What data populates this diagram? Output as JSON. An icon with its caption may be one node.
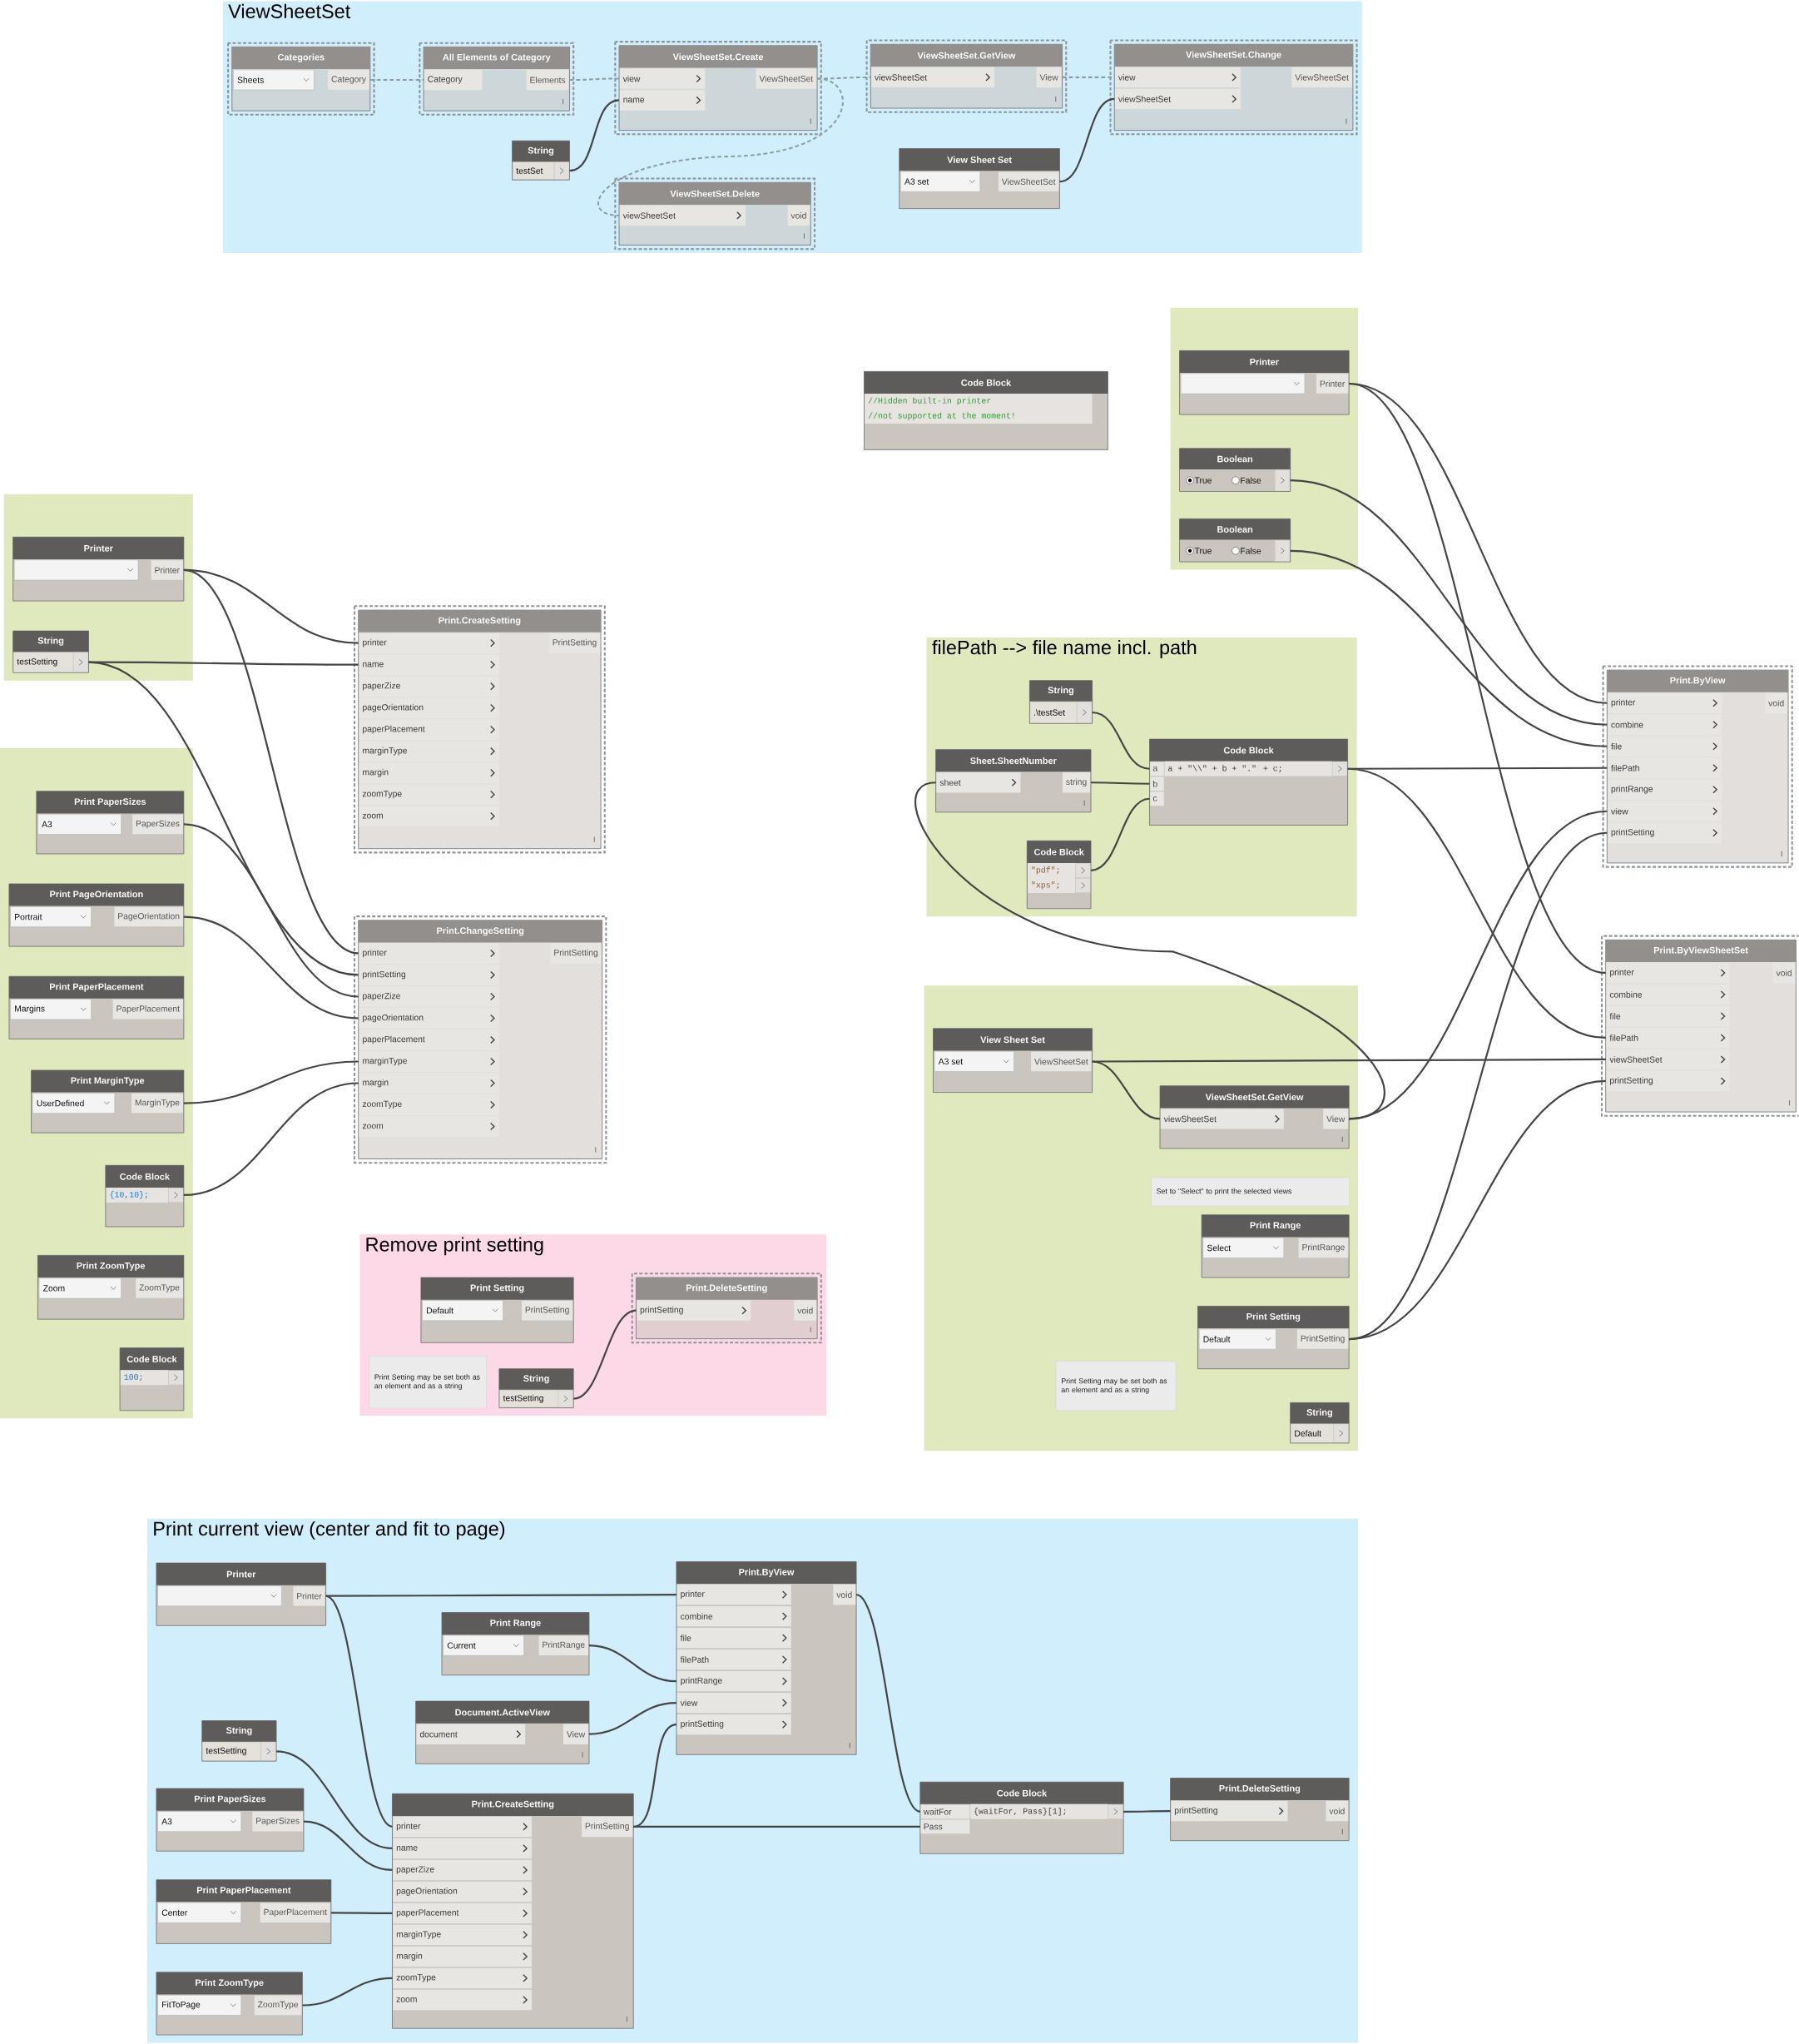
{
  "diagram": {
    "nodes": [
      {
        "text": [
          "ViewSheetSet"
        ]
      },
      {
        "text": [
          "Categories",
          "Sheets",
          "Category"
        ],
        "in": 0
      },
      {
        "text": [
          "All Elements of Category",
          "Category",
          "Elements"
        ],
        "in": 0
      },
      {
        "text": [
          "ViewSheetSet.Create",
          "view",
          "name",
          "ViewSheetSet"
        ],
        "in": 0
      },
      {
        "text": [
          "ViewSheetSet.GetView",
          "viewSheetSet",
          "View"
        ],
        "in": 0
      },
      {
        "text": [
          "ViewSheetSet.Change",
          "view",
          "viewSheetSet",
          "ViewSheetSet"
        ],
        "in": 0
      },
      {
        "text": [
          "String",
          "testSet"
        ],
        "in": 0
      },
      {
        "text": [
          "View Sheet Set",
          "A3 set",
          "ViewSheetSet"
        ],
        "in": 0
      },
      {
        "text": [
          "ViewSheetSet.Delete",
          "viewSheetSet",
          "void"
        ],
        "in": 0
      },
      {
        "text": [],
        "shape": "box"
      },
      {
        "text": [
          "Printer",
          "Printer"
        ],
        "in": 9
      },
      {
        "text": [
          "Code Block",
          "//Hidden built-in printer",
          "//not supported at the moment!"
        ]
      },
      {
        "text": [
          "Boolean",
          "True",
          "False"
        ],
        "in": 9
      },
      {
        "text": [
          "Boolean",
          "True",
          "False"
        ],
        "in": 9
      },
      {
        "text": [],
        "shape": "box"
      },
      {
        "text": [
          "Printer",
          "Printer"
        ],
        "in": 14
      },
      {
        "text": [
          "String",
          "testSetting"
        ],
        "in": 14
      },
      {
        "text": [
          "Print.CreateSetting",
          "printer",
          "name",
          "paperZize",
          "pageOrientation",
          "paperPlacement",
          "marginType",
          "margin",
          "zoomType",
          "zoom",
          "PrintSetting"
        ]
      },
      {
        "text": [
          "filePath --> file name incl. path"
        ]
      },
      {
        "text": [
          "String",
          ".\\testSet"
        ],
        "in": 18
      },
      {
        "text": [
          "Sheet.SheetNumber",
          "sheet",
          "string"
        ],
        "in": 18
      },
      {
        "text": [
          "Code Block",
          "a",
          "b",
          "c",
          "a + \"\\\\\" + b + \".\" + c;"
        ],
        "in": 18
      },
      {
        "text": [
          "Code Block",
          "\"pdf\";",
          "\"xps\";"
        ],
        "in": 18
      },
      {
        "text": [
          "Print.ByView",
          "printer",
          "combine",
          "file",
          "filePath",
          "printRange",
          "view",
          "printSetting",
          "void"
        ]
      },
      {
        "text": [],
        "shape": "box"
      },
      {
        "text": [
          "Print PaperSizes",
          "A3",
          "PaperSizes"
        ],
        "in": 24
      },
      {
        "text": [
          "Print PageOrientation",
          "Portrait",
          "PageOrientation"
        ],
        "in": 24
      },
      {
        "text": [
          "Print PaperPlacement",
          "Margins",
          "PaperPlacement"
        ],
        "in": 24
      },
      {
        "text": [
          "Print MarginType",
          "UserDefined",
          "MarginType"
        ],
        "in": 24
      },
      {
        "text": [
          "Code Block",
          "{10,10};"
        ],
        "in": 24
      },
      {
        "text": [
          "Print ZoomType",
          "Zoom",
          "ZoomType"
        ],
        "in": 24
      },
      {
        "text": [
          "Code Block",
          "100;"
        ],
        "in": 24
      },
      {
        "text": [
          "Print.ChangeSetting",
          "printer",
          "printSetting",
          "paperZize",
          "pageOrientation",
          "paperPlacement",
          "marginType",
          "margin",
          "zoomType",
          "zoom",
          "PrintSetting"
        ]
      },
      {
        "text": [],
        "shape": "box"
      },
      {
        "text": [
          "View Sheet Set",
          "A3 set",
          "ViewSheetSet"
        ],
        "in": 33
      },
      {
        "text": [
          "ViewSheetSet.GetView",
          "viewSheetSet",
          "View"
        ],
        "in": 33
      },
      {
        "text": [
          "Set to \"Select\" to print the selected views"
        ],
        "in": 33
      },
      {
        "text": [
          "Print Range",
          "Select",
          "PrintRange"
        ],
        "in": 33
      },
      {
        "text": [
          "Print Setting",
          "Default",
          "PrintSetting"
        ],
        "in": 33
      },
      {
        "text": [
          "Print Setting may be set both as an element and as a string"
        ],
        "in": 33
      },
      {
        "text": [
          "String",
          "Default"
        ],
        "in": 33
      },
      {
        "text": [
          "Print.ByViewSheetSet",
          "printer",
          "combine",
          "file",
          "filePath",
          "viewSheetSet",
          "printSetting",
          "void"
        ]
      },
      {
        "text": [
          "Remove print setting"
        ]
      },
      {
        "text": [
          "Print Setting",
          "Default",
          "PrintSetting"
        ],
        "in": 42
      },
      {
        "text": [
          "Print.DeleteSetting",
          "printSetting",
          "void"
        ],
        "in": 42
      },
      {
        "text": [
          "Print Setting may be set both as an element and as a string"
        ],
        "in": 42
      },
      {
        "text": [
          "String",
          "testSetting"
        ],
        "in": 42
      },
      {
        "text": [
          "Print current view (center and fit to page)"
        ]
      },
      {
        "text": [
          "Printer",
          "Printer"
        ],
        "in": 47
      },
      {
        "text": [
          "Print.ByView",
          "printer",
          "combine",
          "file",
          "filePath",
          "printRange",
          "view",
          "printSetting",
          "void"
        ],
        "in": 47
      },
      {
        "text": [
          "Print Range",
          "Current",
          "PrintRange"
        ],
        "in": 47
      },
      {
        "text": [
          "Document.ActiveView",
          "document",
          "View"
        ],
        "in": 47
      },
      {
        "text": [
          "String",
          "testSetting"
        ],
        "in": 47
      },
      {
        "text": [
          "Print PaperSizes",
          "A3",
          "PaperSizes"
        ],
        "in": 47
      },
      {
        "text": [
          "Print.CreateSetting",
          "printer",
          "name",
          "paperZize",
          "pageOrientation",
          "paperPlacement",
          "marginType",
          "margin",
          "zoomType",
          "zoom",
          "PrintSetting"
        ],
        "in": 47
      },
      {
        "text": [
          "Code Block",
          "waitFor",
          "Pass",
          "{waitFor, Pass}[1];"
        ],
        "in": 47
      },
      {
        "text": [
          "Print.DeleteSetting",
          "printSetting",
          "void"
        ],
        "in": 47
      },
      {
        "text": [
          "Print PaperPlacement",
          "Center",
          "PaperPlacement"
        ],
        "in": 47
      },
      {
        "text": [
          "Print ZoomType",
          "FitToPage",
          "ZoomType"
        ],
        "in": 47
      }
    ],
    "edges": [
      {
        "from": 1,
        "to": 2,
        "arrow": "none",
        "style": "dashed",
        "color": "#8b9da6"
      },
      {
        "from": 2,
        "to": 3,
        "arrow": "none",
        "style": "dashed",
        "color": "#8b9da6"
      },
      {
        "from": 6,
        "to": 3,
        "arrow": "none"
      },
      {
        "from": 3,
        "to": 4,
        "arrow": "none",
        "style": "dashed",
        "color": "#8b9da6"
      },
      {
        "from": 3,
        "to": 8,
        "arrow": "none",
        "style": "dashed",
        "color": "#8b9da6"
      },
      {
        "from": 4,
        "to": 5,
        "arrow": "none",
        "style": "dashed",
        "color": "#8b9da6"
      },
      {
        "from": 7,
        "to": 5,
        "arrow": "none"
      },
      {
        "from": 10,
        "to": 23,
        "arrow": "none"
      },
      {
        "from": 10,
        "to": 41,
        "arrow": "none"
      },
      {
        "from": 12,
        "to": 23,
        "arrow": "none"
      },
      {
        "from": 13,
        "to": 23,
        "arrow": "none"
      },
      {
        "from": 15,
        "to": 17,
        "arrow": "none"
      },
      {
        "from": 15,
        "to": 32,
        "arrow": "none"
      },
      {
        "from": 16,
        "to": 17,
        "arrow": "none"
      },
      {
        "from": 16,
        "to": 32,
        "arrow": "none"
      },
      {
        "from": 25,
        "to": 32,
        "arrow": "none"
      },
      {
        "from": 26,
        "to": 32,
        "arrow": "none"
      },
      {
        "from": 28,
        "to": 32,
        "arrow": "none"
      },
      {
        "from": 29,
        "to": 32,
        "arrow": "none"
      },
      {
        "from": 19,
        "to": 21,
        "arrow": "none"
      },
      {
        "from": 20,
        "to": 21,
        "arrow": "none"
      },
      {
        "from": 22,
        "to": 21,
        "arrow": "none"
      },
      {
        "from": 21,
        "to": 23,
        "arrow": "none"
      },
      {
        "from": 21,
        "to": 41,
        "arrow": "none"
      },
      {
        "from": 35,
        "to": 20,
        "arrow": "none"
      },
      {
        "from": 35,
        "to": 23,
        "arrow": "none"
      },
      {
        "from": 34,
        "to": 35,
        "arrow": "none"
      },
      {
        "from": 34,
        "to": 41,
        "arrow": "none"
      },
      {
        "from": 38,
        "to": 23,
        "arrow": "none"
      },
      {
        "from": 38,
        "to": 41,
        "arrow": "none"
      },
      {
        "from": 46,
        "to": 44,
        "arrow": "none"
      },
      {
        "from": 48,
        "to": 49,
        "arrow": "none"
      },
      {
        "from": 48,
        "to": 54,
        "arrow": "none"
      },
      {
        "from": 50,
        "to": 49,
        "arrow": "none"
      },
      {
        "from": 51,
        "to": 49,
        "arrow": "none"
      },
      {
        "from": 52,
        "to": 54,
        "arrow": "none"
      },
      {
        "from": 53,
        "to": 54,
        "arrow": "none"
      },
      {
        "from": 57,
        "to": 54,
        "arrow": "none"
      },
      {
        "from": 58,
        "to": 54,
        "arrow": "none"
      },
      {
        "from": 54,
        "to": 49,
        "arrow": "none"
      },
      {
        "from": 54,
        "to": 55,
        "arrow": "none"
      },
      {
        "from": 49,
        "to": 55,
        "arrow": "none"
      },
      {
        "from": 55,
        "to": 56,
        "arrow": "none"
      }
    ]
  }
}
